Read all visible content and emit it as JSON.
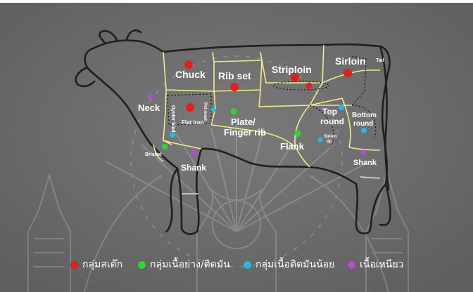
{
  "regions": {
    "chuck": "Chuck",
    "rib_set": "Rib set",
    "striploin": "Striploin",
    "sirloin": "Sirloin",
    "tail": "Tail",
    "neck": "Neck",
    "oyster_blade": "Oyster blade",
    "flat_iron": "Flat iron",
    "pot_roast": "Pot roast",
    "plate_line1": "Plate/",
    "plate_line2": "Finger rib",
    "top_round_line1": "Top",
    "top_round_line2": "round",
    "bottom_round_line1": "Bottom",
    "bottom_round_line2": "round",
    "flank": "Flank",
    "sirloin_tip_line1": "Sirloin",
    "sirloin_tip_line2": "tip",
    "brisket": "Brisket",
    "shank_front": "Shank",
    "shank_rear": "Shank"
  },
  "legend": [
    {
      "label": "กลุ่มสเต๊ก",
      "color": "#e01f1f"
    },
    {
      "label": "กลุ่มเนื้อย่าง/ติดมัน",
      "color": "#2fd62f"
    },
    {
      "label": "กลุ่มเนื้อติดมันน้อย",
      "color": "#27b8e6"
    },
    {
      "label": "เนื้อเหนียว",
      "color": "#b24fd0"
    }
  ],
  "colors": {
    "steak": "#e01f1f",
    "grill": "#2fd62f",
    "lean": "#27b8e6",
    "tough": "#b24fd0",
    "cut_lines": "#f2e98a",
    "outline": "#1f1f1f",
    "background": "#6a6a6a"
  },
  "icons": [
    "cow-outline-icon",
    "temple-watermark-icon"
  ]
}
